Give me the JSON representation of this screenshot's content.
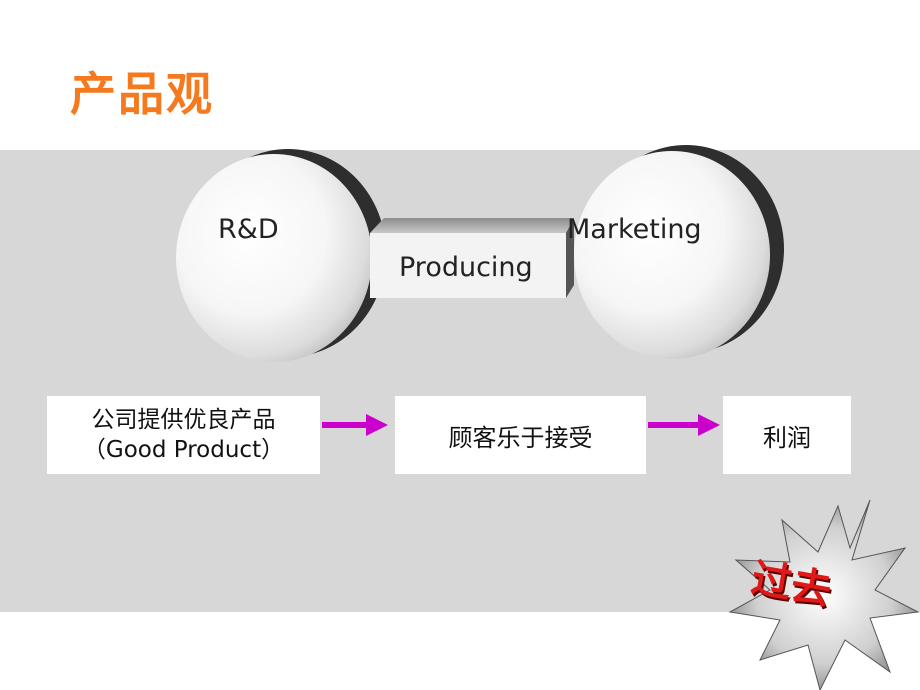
{
  "slide": {
    "title": "产品观",
    "badge": "过去"
  },
  "diagram": {
    "left_circle": "R&D",
    "connector": "Producing",
    "right_circle": "Marketing"
  },
  "flow": {
    "step1_line1": "公司提供优良产品",
    "step1_line2": "（Good Product）",
    "step2": "顾客乐于接受",
    "step3": "利润"
  },
  "colors": {
    "title": "#f57a1f",
    "arrow": "#cc00cc",
    "badge_text": "#e01818",
    "band": "#d7d7d7"
  }
}
